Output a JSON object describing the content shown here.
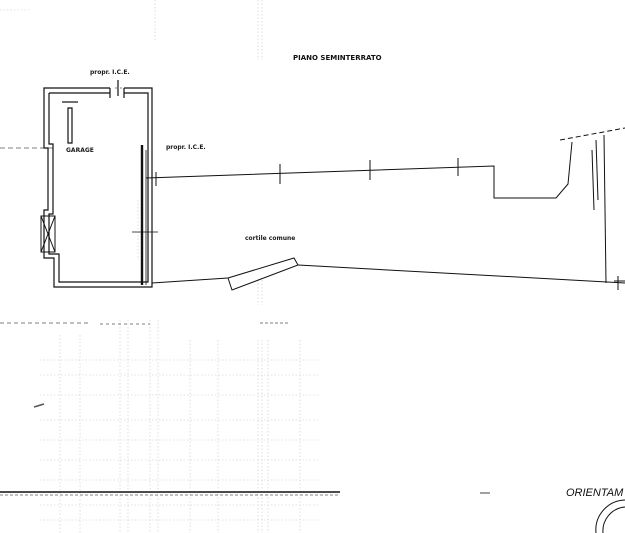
{
  "drawing": {
    "title": "PIANO SEMINTERRATO",
    "room_garage": "GARAGE",
    "label_prop_top": "propr. I.C.E.",
    "label_prop_right": "propr. I.C.E.",
    "area_label": "cortile comune",
    "orientation_label": "ORIENTAM"
  },
  "colors": {
    "line": "#111111",
    "grid": "#bdbdbd",
    "paper": "#ffffff"
  }
}
